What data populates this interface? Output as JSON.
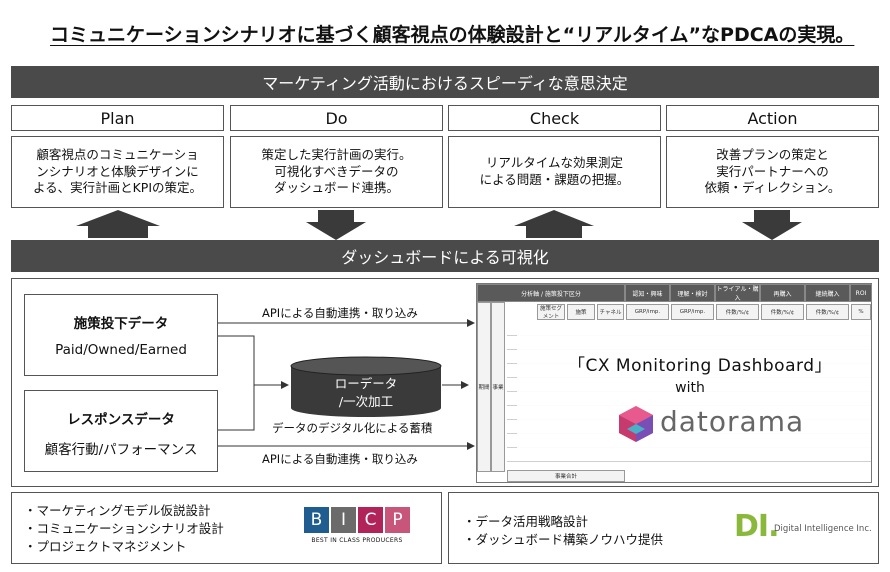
{
  "title": "コミュニケーションシナリオに基づく顧客視点の体験設計と“リアルタイム”なPDCAの実現。",
  "top_band": "マーケティング活動におけるスピーディな意思決定",
  "phases": [
    {
      "name": "Plan",
      "desc": [
        "顧客視点のコミュニケーショ",
        "ンシナリオと体験デザインに",
        "よる、実行計画とKPIの策定。"
      ]
    },
    {
      "name": "Do",
      "desc": [
        "策定した実行計画の実行。",
        "可視化すべきデータの",
        "ダッシュボード連携。"
      ]
    },
    {
      "name": "Check",
      "desc": [
        "リアルタイムな効果測定",
        "による問題・課題の把握。"
      ]
    },
    {
      "name": "Action",
      "desc": [
        "改善プランの策定と",
        "実行パートナーへの",
        "依頼・ディレクション。"
      ]
    }
  ],
  "mid_band": "ダッシュボードによる可視化",
  "data_sources": [
    {
      "title": "施策投下データ",
      "sub": "Paid/Owned/Earned"
    },
    {
      "title": "レスポンスデータ",
      "sub": "顧客行動/パフォーマンス"
    }
  ],
  "flow_labels": {
    "top": "APIによる自動連携・取り込み",
    "digital": "データのデジタル化による蓄積",
    "bottom": "APIによる自動連携・取り込み"
  },
  "raw_data": [
    "ローデータ",
    "/一次加工"
  ],
  "dashboard": {
    "headers": [
      "分析軸 / 施策投下区分",
      "認知・興味",
      "理解・検討",
      "トライアル・購入",
      "再購入",
      "継続購入",
      "ROI"
    ],
    "left_col": [
      "期間",
      "事業"
    ],
    "sub_headers": [
      "施策セグメント",
      "施策",
      "チャネル",
      "GRP/imp.",
      "GRP/imp.",
      "件数/%/¢",
      "件数/%/¢",
      "件数/%/¢",
      "%"
    ],
    "footer": "事業合計",
    "name": "「CX Monitoring Dashboard」",
    "with": "with",
    "brand": "datorama"
  },
  "bicp": {
    "bullets": [
      "・マーケティングモデル仮説設計",
      "・コミュニケーションシナリオ設計",
      "・プロジェクトマネジメント"
    ],
    "letters": [
      "B",
      "I",
      "C",
      "P"
    ],
    "tagline": "BEST IN CLASS PRODUCERS",
    "colors": [
      "#1f5c8f",
      "#6b6b6b",
      "#b0245a",
      "#c8567a"
    ]
  },
  "di": {
    "bullets": [
      "・データ活用戦略設計",
      "・ダッシュボード構築ノウハウ提供"
    ],
    "logo": "DI.",
    "name": "Digital Intelligence Inc.",
    "color": "#8ab83a"
  }
}
